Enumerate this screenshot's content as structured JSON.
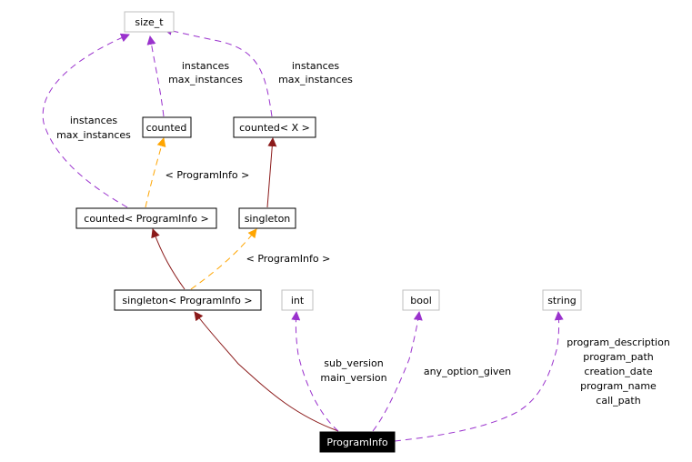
{
  "nodes": {
    "size_t": {
      "label": "size_t"
    },
    "counted": {
      "label": "counted"
    },
    "counted_x": {
      "label": "counted< X >"
    },
    "counted_programinfo": {
      "label": "counted< ProgramInfo >"
    },
    "singleton": {
      "label": "singleton"
    },
    "singleton_programinfo": {
      "label": "singleton< ProgramInfo >"
    },
    "int": {
      "label": "int"
    },
    "bool": {
      "label": "bool"
    },
    "string": {
      "label": "string"
    },
    "programinfo": {
      "label": "ProgramInfo"
    }
  },
  "edge_labels": {
    "counted_to_size_t": [
      "instances",
      "max_instances"
    ],
    "counted_x_to_size_t": [
      "instances",
      "max_instances"
    ],
    "counted_programinfo_to_size_t": [
      "instances",
      "max_instances"
    ],
    "counted_template_arg": "< ProgramInfo >",
    "singleton_template_arg": "< ProgramInfo >",
    "int_members": [
      "sub_version",
      "main_version"
    ],
    "bool_members": [
      "any_option_given"
    ],
    "string_members": [
      "program_description",
      "program_path",
      "creation_date",
      "program_name",
      "call_path"
    ]
  },
  "colors": {
    "usage_edge": "#9a32cd",
    "inheritance_edge": "#8b1a1a",
    "template_edge": "#ffa500",
    "node_border_strong": "#000000",
    "node_border_light": "#bfbfbf",
    "highlight_fill": "#000000",
    "highlight_text": "#ffffff"
  }
}
